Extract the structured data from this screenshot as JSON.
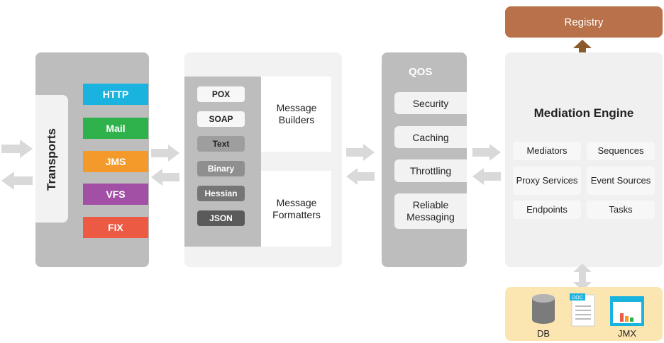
{
  "transports": {
    "title": "Transports",
    "items": [
      {
        "label": "HTTP",
        "color": "#1ab3e0"
      },
      {
        "label": "Mail",
        "color": "#2fb24c"
      },
      {
        "label": "JMS",
        "color": "#f39a2b"
      },
      {
        "label": "VFS",
        "color": "#a24fa6"
      },
      {
        "label": "FIX",
        "color": "#ec5a43"
      }
    ]
  },
  "message": {
    "formats": [
      "POX",
      "SOAP",
      "Text",
      "Binary",
      "Hessian",
      "JSON"
    ],
    "builders_label": "Message Builders",
    "formatters_label": "Message Formatters"
  },
  "qos": {
    "title": "QOS",
    "items": [
      "Security",
      "Caching",
      "Throttling",
      "Reliable Messaging"
    ]
  },
  "registry": {
    "label": "Registry",
    "color": "#b9714a"
  },
  "mediation": {
    "title": "Mediation Engine",
    "items": [
      "Mediators",
      "Sequences",
      "Proxy Services",
      "Event Sources",
      "Endpoints",
      "Tasks"
    ]
  },
  "storage": {
    "db_label": "DB",
    "doc_label": "DOC",
    "jmx_label": "JMX"
  }
}
